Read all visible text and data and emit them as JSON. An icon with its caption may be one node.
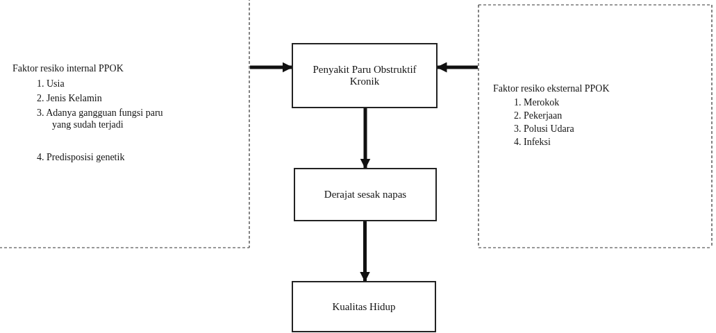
{
  "diagram": {
    "nodes": [
      {
        "text": [
          "Faktor resiko internal PPOK",
          "1. Usia",
          "2. Jenis Kelamin",
          "3. Adanya gangguan fungsi paru yang sudah terjadi",
          "4. Predisposisi genetik"
        ]
      },
      {
        "text": [
          "Faktor resiko eksternal PPOK",
          "1. Merokok",
          "2. Pekerjaan",
          "3. Polusi Udara",
          "4. Infeksi"
        ]
      },
      {
        "text": [
          "Penyakit Paru Obstruktif Kronik"
        ]
      },
      {
        "text": [
          "Derajat sesak napas"
        ]
      },
      {
        "text": [
          "Kualitas Hidup"
        ]
      }
    ],
    "edges": [
      {
        "from": 0,
        "to": 2,
        "arrow": "to"
      },
      {
        "from": 1,
        "to": 2,
        "arrow": "to"
      },
      {
        "from": 2,
        "to": 3,
        "arrow": "to"
      },
      {
        "from": 3,
        "to": 4,
        "arrow": "to"
      }
    ]
  }
}
